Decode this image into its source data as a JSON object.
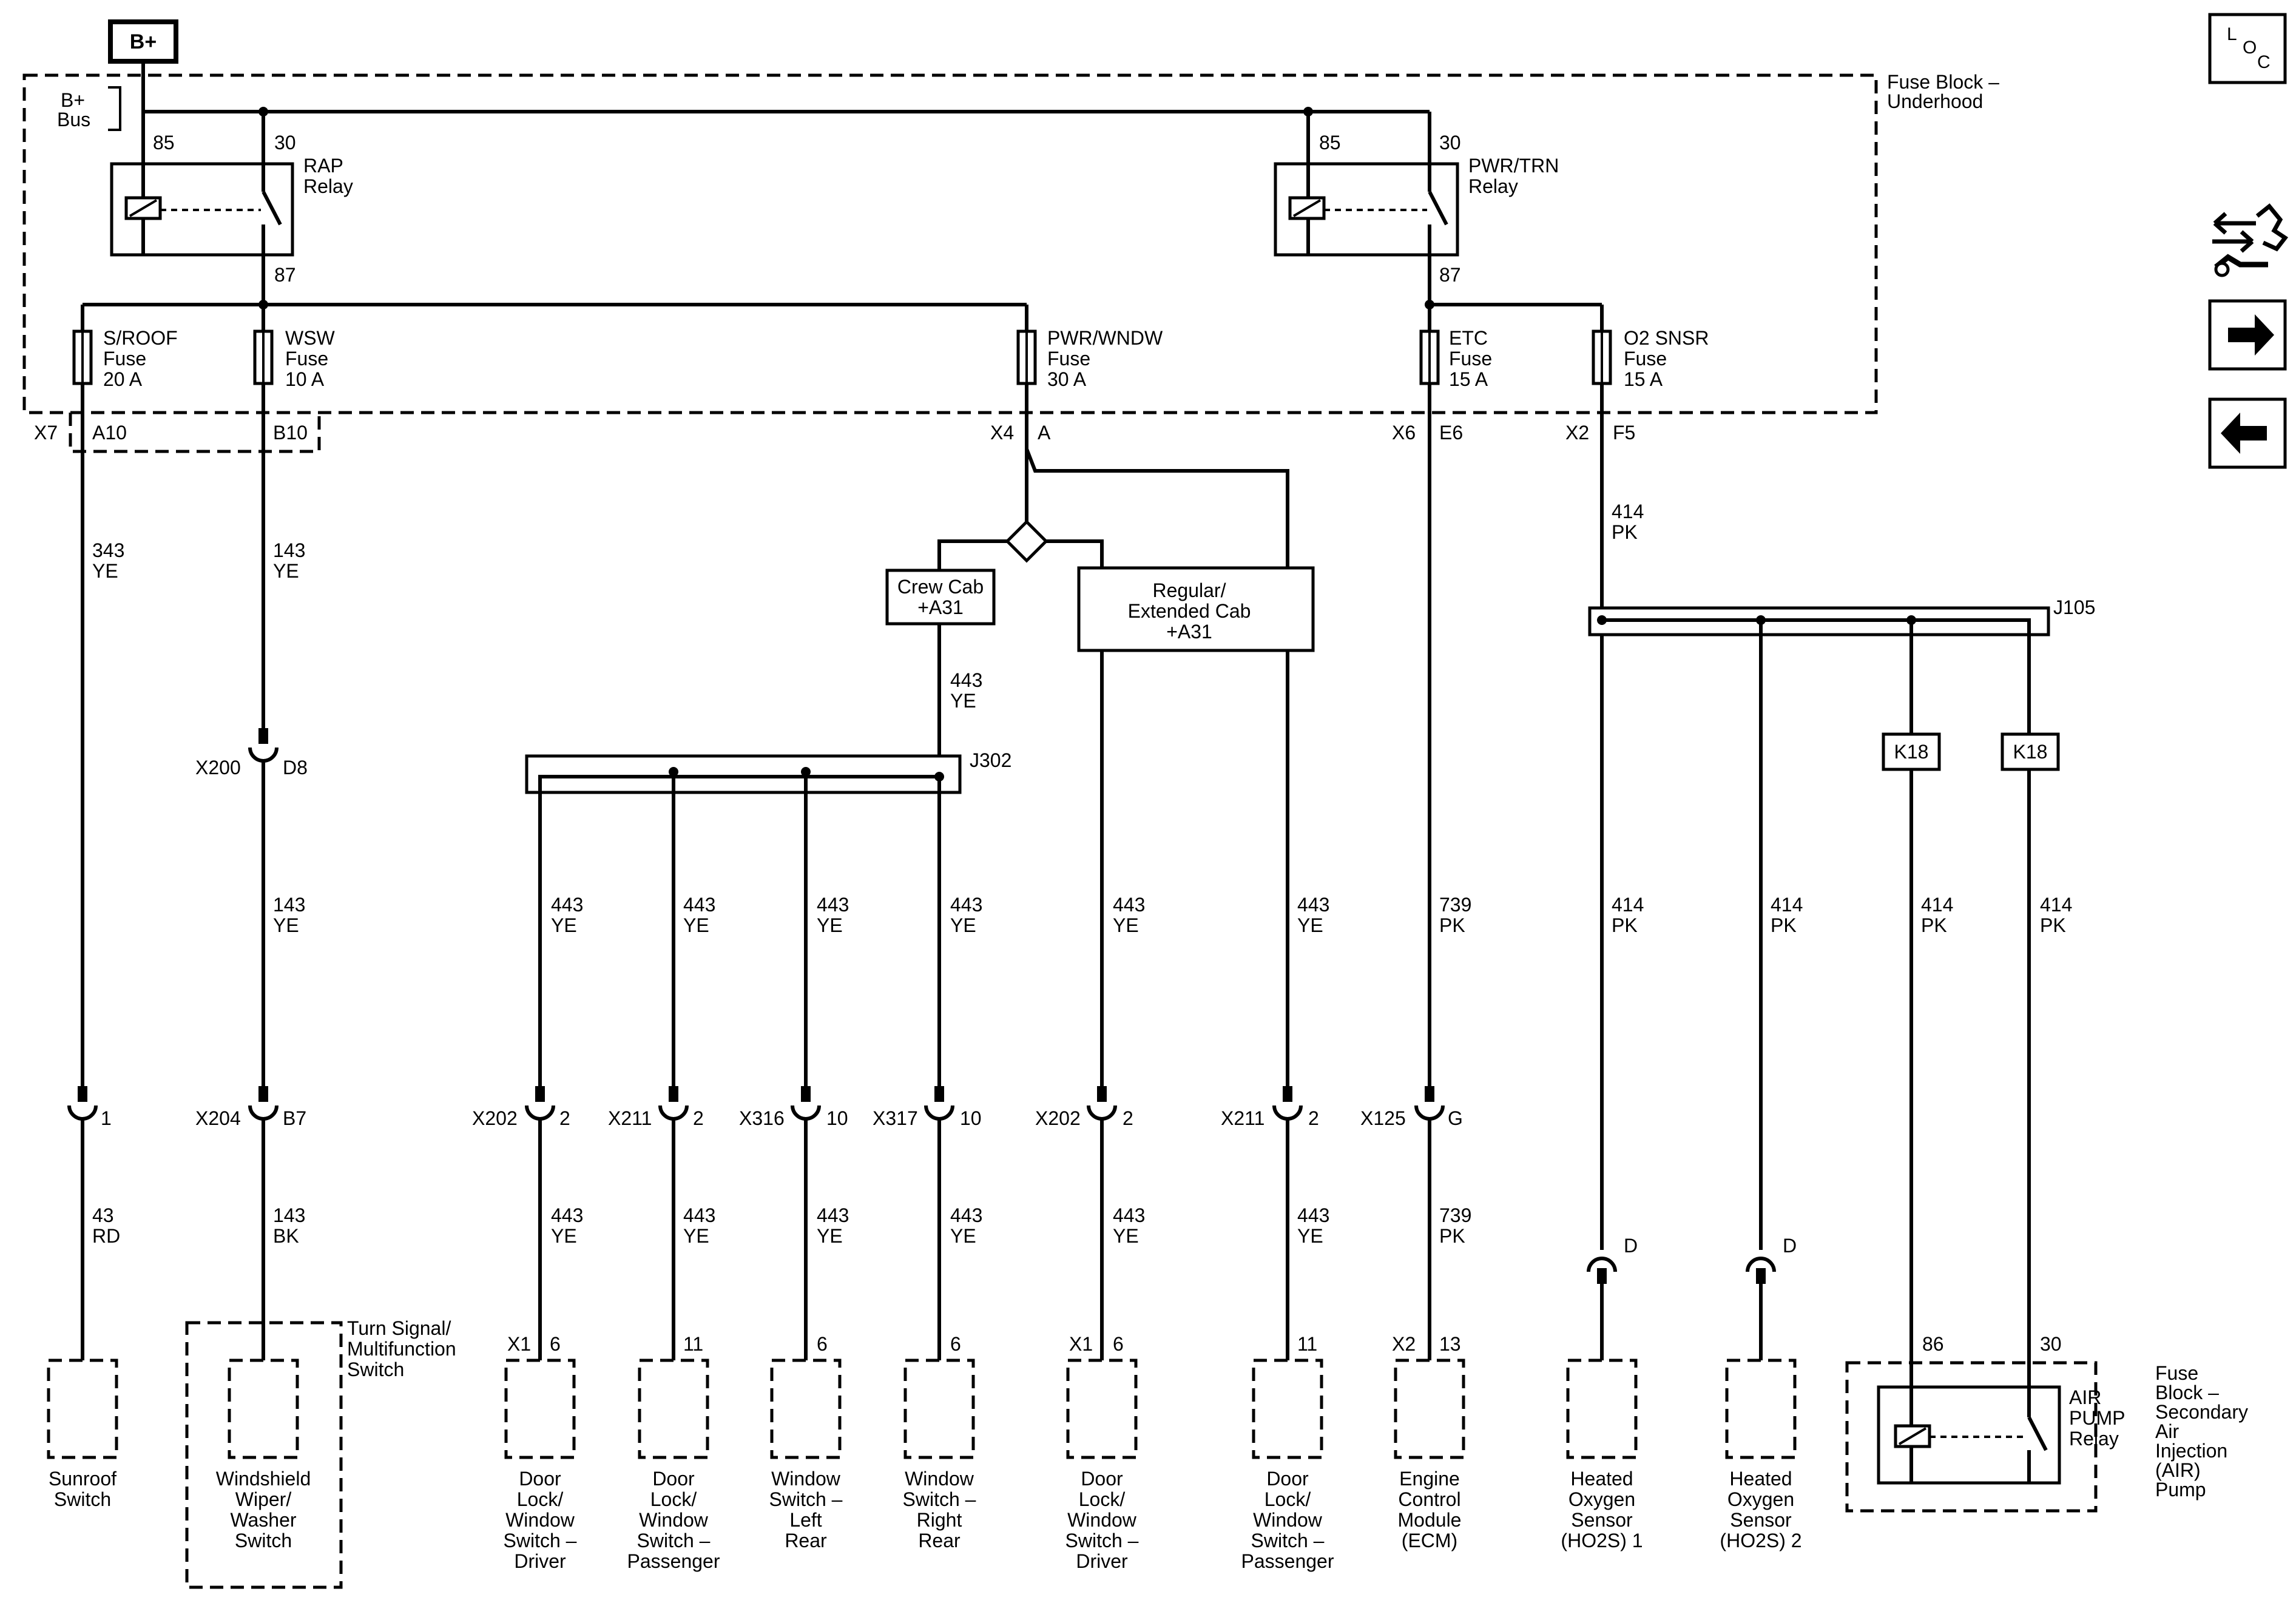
{
  "power": {
    "source": "B+",
    "bus_line1": "B+",
    "bus_line2": "Bus"
  },
  "loc_icon": {
    "l": "L",
    "o": "O",
    "c": "C"
  },
  "nav_icons": [
    "navigation-icon",
    "arrow-right-icon",
    "arrow-left-icon"
  ],
  "fuse_block": {
    "line1": "Fuse Block –",
    "line2": "Underhood"
  },
  "relays": {
    "rap": {
      "line1": "RAP",
      "line2": "Relay",
      "pin_coil": "85",
      "pin_switch": "30",
      "pin_out": "87"
    },
    "pwr_trn": {
      "line1": "PWR/TRN",
      "line2": "Relay",
      "pin_coil": "85",
      "pin_switch": "30",
      "pin_out": "87"
    }
  },
  "fuses": [
    {
      "id": "sroof",
      "name": "S/ROOF",
      "type": "Fuse",
      "rating": "20 A"
    },
    {
      "id": "wsw",
      "name": "WSW",
      "type": "Fuse",
      "rating": "10 A"
    },
    {
      "id": "pwrwndw",
      "name": "PWR/WNDW",
      "type": "Fuse",
      "rating": "30 A"
    },
    {
      "id": "etc",
      "name": "ETC",
      "type": "Fuse",
      "rating": "15 A"
    },
    {
      "id": "o2snsr",
      "name": "O2 SNSR",
      "type": "Fuse",
      "rating": "15 A"
    }
  ],
  "block_connectors": {
    "x7": "X7",
    "a10": "A10",
    "b10": "B10",
    "x4": "X4",
    "a": "A",
    "x6": "X6",
    "e6": "E6",
    "x2": "X2",
    "f5": "F5"
  },
  "options": {
    "crew_cab": {
      "line1": "Crew Cab",
      "line2": "+A31"
    },
    "regular_cab": {
      "line1": "Regular/",
      "line2": "Extended Cab",
      "line3": "+A31"
    }
  },
  "splices": {
    "j302": "J302",
    "j105": "J105"
  },
  "k18": [
    "K18",
    "K18"
  ],
  "wire_labels": {
    "sroof_top": {
      "circuit": "343",
      "color": "YE"
    },
    "wsw_top": {
      "circuit": "143",
      "color": "YE"
    },
    "wsw_mid": {
      "circuit": "143",
      "color": "YE"
    },
    "pwr_crew": {
      "circuit": "443",
      "color": "YE"
    },
    "o2_top": {
      "circuit": "414",
      "color": "PK"
    },
    "row1": [
      {
        "circuit": "443",
        "color": "YE"
      },
      {
        "circuit": "443",
        "color": "YE"
      },
      {
        "circuit": "443",
        "color": "YE"
      },
      {
        "circuit": "443",
        "color": "YE"
      },
      {
        "circuit": "443",
        "color": "YE"
      },
      {
        "circuit": "443",
        "color": "YE"
      },
      {
        "circuit": "739",
        "color": "PK"
      },
      {
        "circuit": "414",
        "color": "PK"
      },
      {
        "circuit": "414",
        "color": "PK"
      },
      {
        "circuit": "414",
        "color": "PK"
      },
      {
        "circuit": "414",
        "color": "PK"
      }
    ],
    "row2": [
      {
        "circuit": "43",
        "color": "RD"
      },
      {
        "circuit": "143",
        "color": "BK"
      },
      {
        "circuit": "443",
        "color": "YE"
      },
      {
        "circuit": "443",
        "color": "YE"
      },
      {
        "circuit": "443",
        "color": "YE"
      },
      {
        "circuit": "443",
        "color": "YE"
      },
      {
        "circuit": "443",
        "color": "YE"
      },
      {
        "circuit": "443",
        "color": "YE"
      },
      {
        "circuit": "739",
        "color": "PK"
      }
    ]
  },
  "inline_x200": {
    "name": "X200",
    "pin": "D8"
  },
  "inline_connectors": [
    {
      "name": "",
      "pin": "1"
    },
    {
      "name": "X204",
      "pin": "B7"
    },
    {
      "name": "X202",
      "pin": "2"
    },
    {
      "name": "X211",
      "pin": "2"
    },
    {
      "name": "X316",
      "pin": "10"
    },
    {
      "name": "X317",
      "pin": "10"
    },
    {
      "name": "X202",
      "pin": "2"
    },
    {
      "name": "X211",
      "pin": "2"
    },
    {
      "name": "X125",
      "pin": "G"
    }
  ],
  "sensor_pins": [
    "D",
    "D"
  ],
  "component_pins": [
    {
      "conn": "X1",
      "pin": "6"
    },
    {
      "conn": "",
      "pin": "11"
    },
    {
      "conn": "",
      "pin": "6"
    },
    {
      "conn": "",
      "pin": "6"
    },
    {
      "conn": "X1",
      "pin": "6"
    },
    {
      "conn": "",
      "pin": "11"
    },
    {
      "conn": "X2",
      "pin": "13"
    }
  ],
  "air_relay_pins": {
    "p86": "86",
    "p30": "30"
  },
  "turn_signal": {
    "line1": "Turn Signal/",
    "line2": "Multifunction",
    "line3": "Switch"
  },
  "components": {
    "sunroof": [
      "Sunroof",
      "Switch"
    ],
    "wiper": [
      "Windshield",
      "Wiper/",
      "Washer",
      "Switch"
    ],
    "dl_driver1": [
      "Door",
      "Lock/",
      "Window",
      "Switch –",
      "Driver"
    ],
    "dl_pass1": [
      "Door",
      "Lock/",
      "Window",
      "Switch –",
      "Passenger"
    ],
    "win_lr": [
      "Window",
      "Switch –",
      "Left",
      "Rear"
    ],
    "win_rr": [
      "Window",
      "Switch –",
      "Right",
      "Rear"
    ],
    "dl_driver2": [
      "Door",
      "Lock/",
      "Window",
      "Switch –",
      "Driver"
    ],
    "dl_pass2": [
      "Door",
      "Lock/",
      "Window",
      "Switch –",
      "Passenger"
    ],
    "ecm": [
      "Engine",
      "Control",
      "Module",
      "(ECM)"
    ],
    "ho2s1": [
      "Heated",
      "Oxygen",
      "Sensor",
      "(HO2S) 1"
    ],
    "ho2s2": [
      "Heated",
      "Oxygen",
      "Sensor",
      "(HO2S) 2"
    ],
    "air_relay": [
      "AIR",
      "PUMP",
      "Relay"
    ],
    "air_block": [
      "Fuse",
      "Block –",
      "Secondary",
      "Air",
      "Injection",
      "(AIR)",
      "Pump"
    ]
  }
}
